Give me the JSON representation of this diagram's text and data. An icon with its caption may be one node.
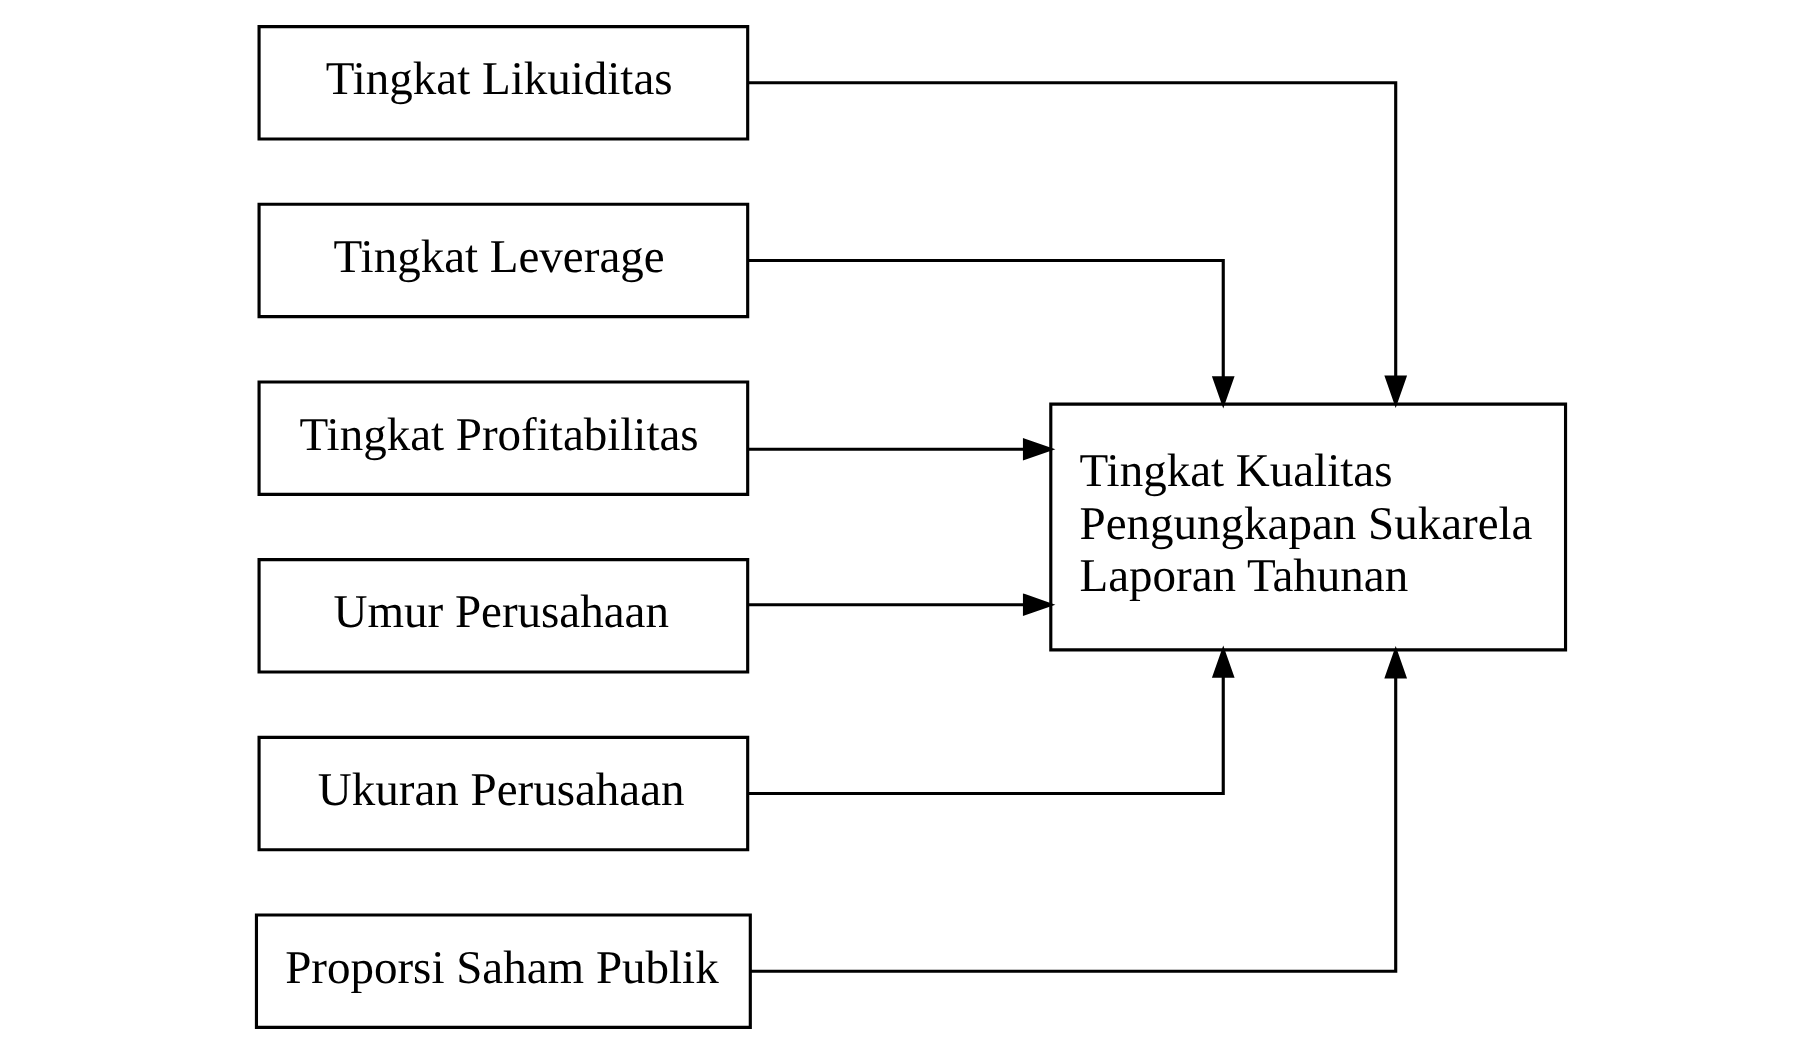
{
  "diagram": {
    "nodes": [
      {
        "text": [
          "Tingkat Likuiditas"
        ]
      },
      {
        "text": [
          "Tingkat Leverage"
        ]
      },
      {
        "text": [
          "Tingkat Profitabilitas"
        ]
      },
      {
        "text": [
          "Umur Perusahaan"
        ]
      },
      {
        "text": [
          "Ukuran Perusahaan"
        ]
      },
      {
        "text": [
          "Proporsi Saham Publik"
        ]
      },
      {
        "text": [
          "Tingkat Kualitas Pengungkapan Sukarela Laporan Tahunan"
        ]
      }
    ],
    "edges": [
      {
        "from": 0,
        "to": 6,
        "arrow": "to"
      },
      {
        "from": 1,
        "to": 6,
        "arrow": "to"
      },
      {
        "from": 2,
        "to": 6,
        "arrow": "to"
      },
      {
        "from": 3,
        "to": 6,
        "arrow": "to"
      },
      {
        "from": 4,
        "to": 6,
        "arrow": "to"
      },
      {
        "from": 5,
        "to": 6,
        "arrow": "to"
      }
    ]
  }
}
